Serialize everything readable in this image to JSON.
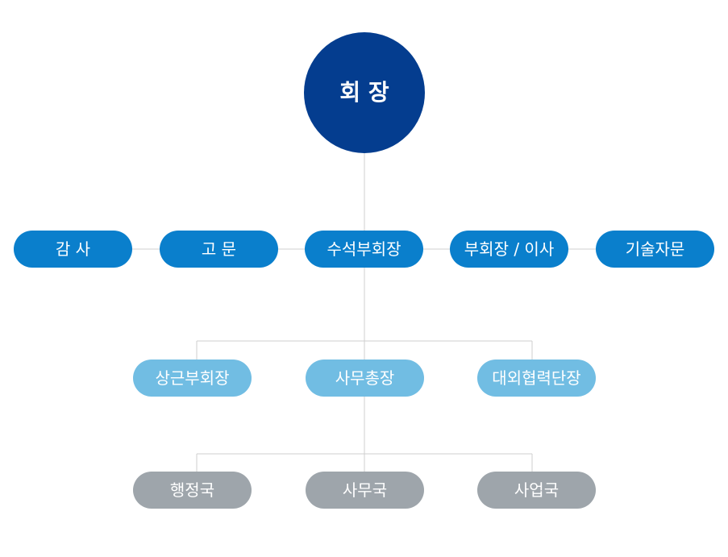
{
  "org_chart": {
    "president": "회 장",
    "level1": {
      "auditor": "감 사",
      "advisor": "고 문",
      "senior_vice_president": "수석부회장",
      "vice_president_director": "부회장 / 이사",
      "technical_advisor": "기술자문"
    },
    "level2": {
      "standing_vice_president": "상근부회장",
      "secretary_general": "사무총장",
      "external_cooperation_head": "대외협력단장"
    },
    "level3": {
      "administration_bureau": "행정국",
      "secretariat_bureau": "사무국",
      "business_bureau": "사업국"
    }
  },
  "colors": {
    "root": "#043d8f",
    "level1": "#0a7fcc",
    "level2": "#71bde3",
    "level3": "#9ea5ab",
    "connector": "#cfcfcf"
  }
}
